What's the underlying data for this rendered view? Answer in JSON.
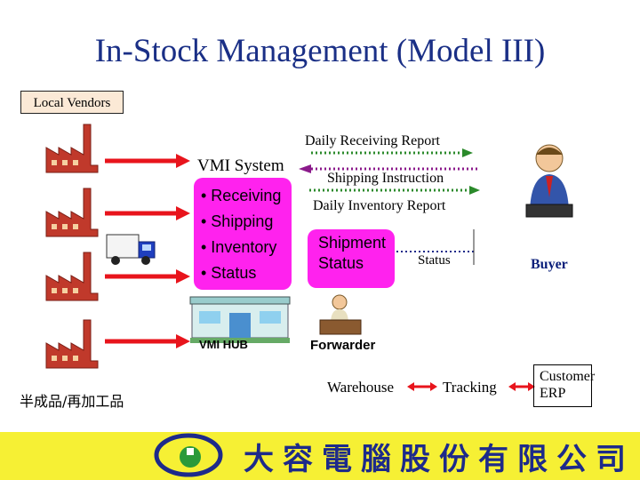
{
  "title": "In-Stock Management (Model III)",
  "vendors_label": "Local Vendors",
  "vmi": {
    "label": "VMI System",
    "items": [
      "• Receiving",
      "• Shipping",
      "• Inventory",
      "• Status"
    ]
  },
  "reports": {
    "daily_receiving": "Daily Receiving Report",
    "shipping_instruction": "Shipping Instruction",
    "daily_inventory": "Daily Inventory Report"
  },
  "shipment": {
    "line1": "Shipment",
    "line2": "Status"
  },
  "status_label": "Status",
  "buyer_label": "Buyer",
  "hub_label": "VMI HUB",
  "forwarder_label": "Forwarder",
  "warehouse_label": "Warehouse",
  "tracking_label": "Tracking",
  "customer": {
    "line1": "Customer",
    "line2": "ERP"
  },
  "semi_product_label": "半成品/再加工品",
  "company_name": "大容電腦股份有限公司",
  "colors": {
    "title": "#1a2f86",
    "vmi_box": "#ff22ee",
    "arrow_red": "#e8141c",
    "dotted_green": "#2b8a2b",
    "dotted_purple": "#8b1a8b",
    "footer": "#f6f034",
    "company_text": "#1d2a8a"
  },
  "icons": [
    "factory-icon",
    "truck-icon",
    "buyer-person-icon",
    "building-icon",
    "forwarder-person-icon",
    "company-logo-icon"
  ]
}
